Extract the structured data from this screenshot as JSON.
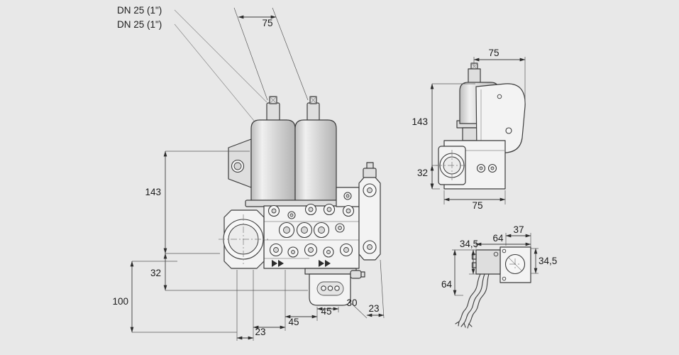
{
  "drawing": {
    "background": "#e8e8e8",
    "line_color": "#3c3c3c",
    "callouts": {
      "dn_top": "DN 25 (1\")",
      "dn_bottom": "DN 25 (1\")"
    },
    "front_view": {
      "dims": {
        "coil_spacing": "75",
        "height_upper": "143",
        "height_lower": "32",
        "height_total": "100",
        "bottom_a": "23",
        "bottom_b": "45",
        "bottom_c": "45",
        "bottom_d": "30",
        "bottom_e": "23"
      }
    },
    "side_view": {
      "dims": {
        "depth": "75",
        "height": "143",
        "body_height": "32",
        "width": "75"
      }
    },
    "footprint_view": {
      "dims": {
        "flange_offset": "37",
        "width": "64",
        "coil_height": "34,5",
        "side_height": "34,5",
        "depth": "64"
      }
    }
  }
}
